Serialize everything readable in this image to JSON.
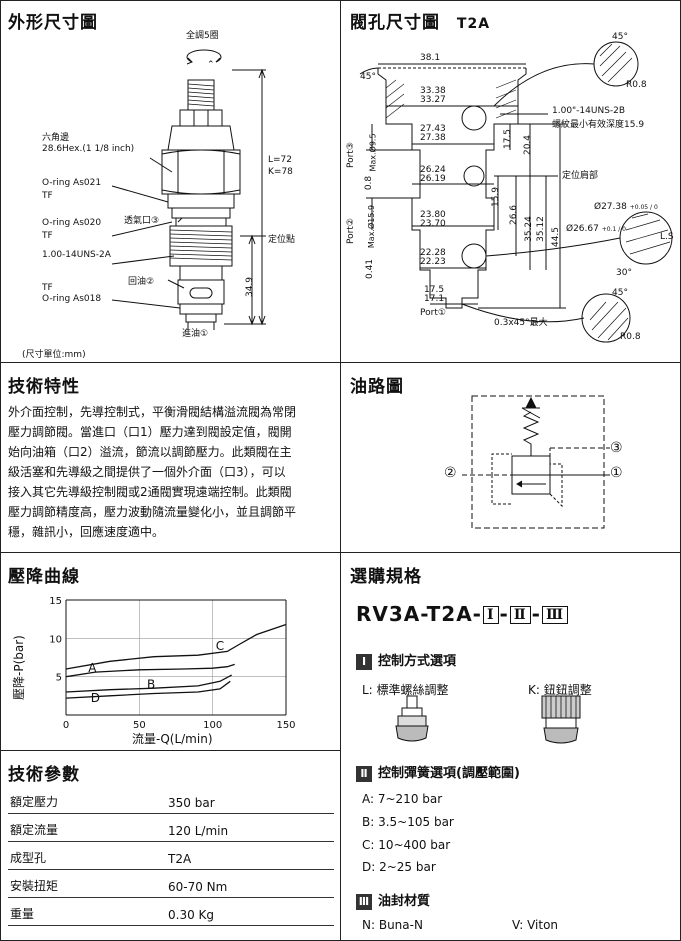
{
  "sections": {
    "outline": "外形尺寸圖",
    "cavity": "閥孔尺寸圖",
    "cavity_code": "T2A",
    "features": "技術特性",
    "circuit": "油路圖",
    "curve": "壓降曲線",
    "order": "選購規格",
    "params": "技術參數"
  },
  "outline": {
    "adjust": "全調5圈",
    "hex_title": "六角邊",
    "hex_size": "28.6Hex.(1 1/8 inch)",
    "oring1": "O-ring As021",
    "tf1": "TF",
    "oring2": "O-ring As020",
    "tf2": "TF",
    "vent": "透氣口③",
    "thread": "1.00-14UNS-2A",
    "return": "回油②",
    "tf3": "TF",
    "oring3": "O-ring As018",
    "inlet": "進油①",
    "L": "L=72",
    "K": "K=78",
    "locate": "定位點",
    "dim349": "34.9",
    "unit": "(尺寸單位:mm)"
  },
  "cavity": {
    "d381": "38.1",
    "d3338": "33.38",
    "d3327": "33.27",
    "d2743": "27.43",
    "d2738": "27.38",
    "d2624": "26.24",
    "d2619": "26.19",
    "d2380": "23.80",
    "d2370": "23.70",
    "d2228": "22.28",
    "d2223": "22.23",
    "d175": "17.5",
    "d171": "17.1",
    "a45": "45°",
    "r08": "R0.8",
    "thread": "1.00\"-14UNS-2B",
    "thread_depth": "螺紋最小有效深度15.9",
    "shoulder": "定位肩部",
    "v175": "17.5",
    "v204": "20.4",
    "v159": "15.9",
    "v266": "26.6",
    "v3524": "35.24",
    "v3512": "35.12",
    "v445": "44.5",
    "dia2738": "Ø27.38",
    "dia2738_tol": "+0.05 / 0",
    "dia2667": "Ø26.67",
    "dia2667_tol": "+0.1 / 0",
    "ls": "L.S",
    "a30": "30°",
    "a45b": "45°",
    "chamfer": "0.3x45°最大",
    "port3": "Port③",
    "max95": "Max.Ø9.5",
    "v08": "0.8",
    "port2": "Port②",
    "max159": "Max.Ø15.9",
    "v041": "0.41",
    "port1": "Port①",
    "r08b": "R0.8"
  },
  "features_text": "外介面控制，先導控制式，平衡滑閥結構溢流閥為常閉壓力調節閥。當進口（口1）壓力達到閥設定值，閥開始向油箱（口2）溢流，節流以調節壓力。此類閥在主級活塞和先導級之間提供了一個外介面（口3），可以接入其它先導級控制閥或2通閥實現遠端控制。此類閥壓力調節精度高，壓力波動隨流量變化小，並且調節平穩，雜訊小，回應速度適中。",
  "features_lines": [
    "外介面控制，先導控制式，平衡滑閥結構溢流閥為常閉",
    "壓力調節閥。當進口（口1）壓力達到閥設定值，閥開",
    "始向油箱（口2）溢流，節流以調節壓力。此類閥在主",
    "級活塞和先導級之間提供了一個外介面（口3），可以",
    "接入其它先導級控制閥或2通閥實現遠端控制。此類閥",
    "壓力調節精度高，壓力波動隨流量變化小，並且調節平",
    "穩，雜訊小，回應速度適中。"
  ],
  "circuit": {
    "p1": "①",
    "p2": "②",
    "p3": "③"
  },
  "chart_data": {
    "type": "line",
    "xlabel": "流量-Q(L/min)",
    "ylabel": "壓降-P(bar)",
    "xlim": [
      0,
      150
    ],
    "ylim": [
      0,
      15
    ],
    "xticks": [
      0,
      50,
      100,
      150
    ],
    "yticks": [
      5,
      10,
      15
    ],
    "grid": true,
    "series": [
      {
        "name": "A",
        "x": [
          0,
          20,
          50,
          80,
          100,
          110,
          115
        ],
        "y": [
          5.0,
          5.6,
          5.9,
          6.0,
          6.1,
          6.3,
          6.6
        ]
      },
      {
        "name": "B",
        "x": [
          0,
          30,
          60,
          90,
          105,
          113
        ],
        "y": [
          3.0,
          3.3,
          3.5,
          3.8,
          4.4,
          5.2
        ]
      },
      {
        "name": "C",
        "x": [
          0,
          30,
          60,
          90,
          110,
          118,
          130,
          150
        ],
        "y": [
          6.0,
          7.0,
          7.6,
          7.8,
          8.3,
          9.2,
          10.5,
          11.8
        ]
      },
      {
        "name": "D",
        "x": [
          0,
          30,
          60,
          90,
          105,
          112
        ],
        "y": [
          2.2,
          2.5,
          2.8,
          3.0,
          3.4,
          4.4
        ]
      }
    ]
  },
  "order": {
    "prefix": "RV3A-T2A-",
    "b1": "Ⅰ",
    "b2": "Ⅱ",
    "b3": "Ⅲ",
    "opt1_title": "控制方式選項",
    "L": "L: 標準螺絲調整",
    "K": "K: 鈕鈕調整",
    "opt2_title": "控制彈簧選項(調壓範圍)",
    "ranges": [
      "A: 7~210 bar",
      "B: 3.5~105 bar",
      "C: 10~400 bar",
      "D: 2~25 bar"
    ],
    "opt3_title": "油封材質",
    "N": "N: Buna-N",
    "V": "V: Viton"
  },
  "params": [
    {
      "label": "額定壓力",
      "value": "350 bar"
    },
    {
      "label": "額定流量",
      "value": "120 L/min"
    },
    {
      "label": "成型孔",
      "value": "T2A"
    },
    {
      "label": "安裝扭矩",
      "value": "60-70 Nm"
    },
    {
      "label": "重量",
      "value": "0.30 Kg"
    }
  ]
}
